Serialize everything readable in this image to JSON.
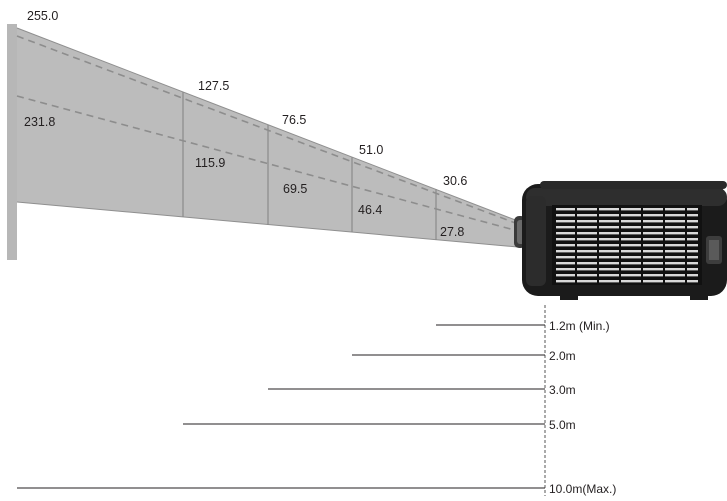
{
  "diagram": {
    "colors": {
      "screen": "#b7b7b7",
      "beam": "#bcbcbc",
      "edge": "#8a8a8a",
      "dash": "#8d8d8d",
      "ink": "#231f20",
      "projector_body": "#1b1b1b"
    },
    "screen_sizes": [
      {
        "diagonal": "255.0",
        "width": "231.8"
      },
      {
        "diagonal": "127.5",
        "width": "115.9"
      },
      {
        "diagonal": "76.5",
        "width": "69.5"
      },
      {
        "diagonal": "51.0",
        "width": "46.4"
      },
      {
        "diagonal": "30.6",
        "width": "27.8"
      }
    ],
    "distances": [
      {
        "label": "1.2m (Min.)"
      },
      {
        "label": "2.0m"
      },
      {
        "label": "3.0m"
      },
      {
        "label": "5.0m"
      },
      {
        "label": "10.0m(Max.)"
      }
    ],
    "icons": [
      "projector-icon",
      "screen-panel"
    ]
  }
}
